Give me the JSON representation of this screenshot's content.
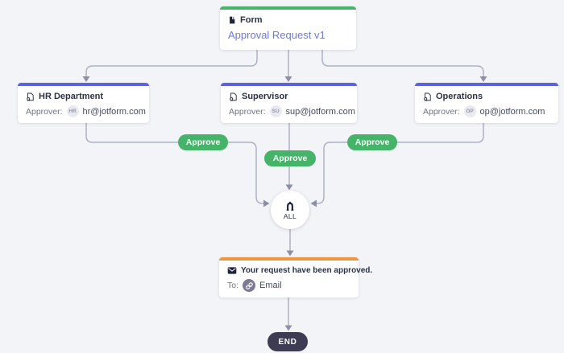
{
  "nodes": {
    "form": {
      "type_label": "Form",
      "title": "Approval Request v1",
      "accent": "#43b768"
    },
    "approvers": [
      {
        "title": "HR Department",
        "approver_label": "Approver:",
        "badge": "HR",
        "email": "hr@jotform.com",
        "accent": "#5d63da"
      },
      {
        "title": "Supervisor",
        "approver_label": "Approver:",
        "badge": "SU",
        "email": "sup@jotform.com",
        "accent": "#5d63da"
      },
      {
        "title": "Operations",
        "approver_label": "Approver:",
        "badge": "OP",
        "email": "op@jotform.com",
        "accent": "#5d63da"
      }
    ],
    "gateway": {
      "label": "ALL",
      "icon": "merge-icon"
    },
    "email": {
      "title": "Your request have been approved.",
      "to_label": "To:",
      "recipient": "Email",
      "accent": "#f0953f"
    },
    "end": {
      "label": "END",
      "bg": "#3e3c55"
    }
  },
  "edges": {
    "approve_labels": [
      "Approve",
      "Approve",
      "Approve"
    ],
    "pill_color": "#45b368",
    "wire_color": "#aeb1c4",
    "arrow_color": "#8d90a4"
  },
  "icons": {
    "form": "document-icon",
    "approver": "approval-stamp-icon",
    "email": "envelope-icon",
    "gateway": "merge-icon",
    "recipient": "link-icon"
  },
  "canvas": {
    "background": "#f3f4f8"
  }
}
